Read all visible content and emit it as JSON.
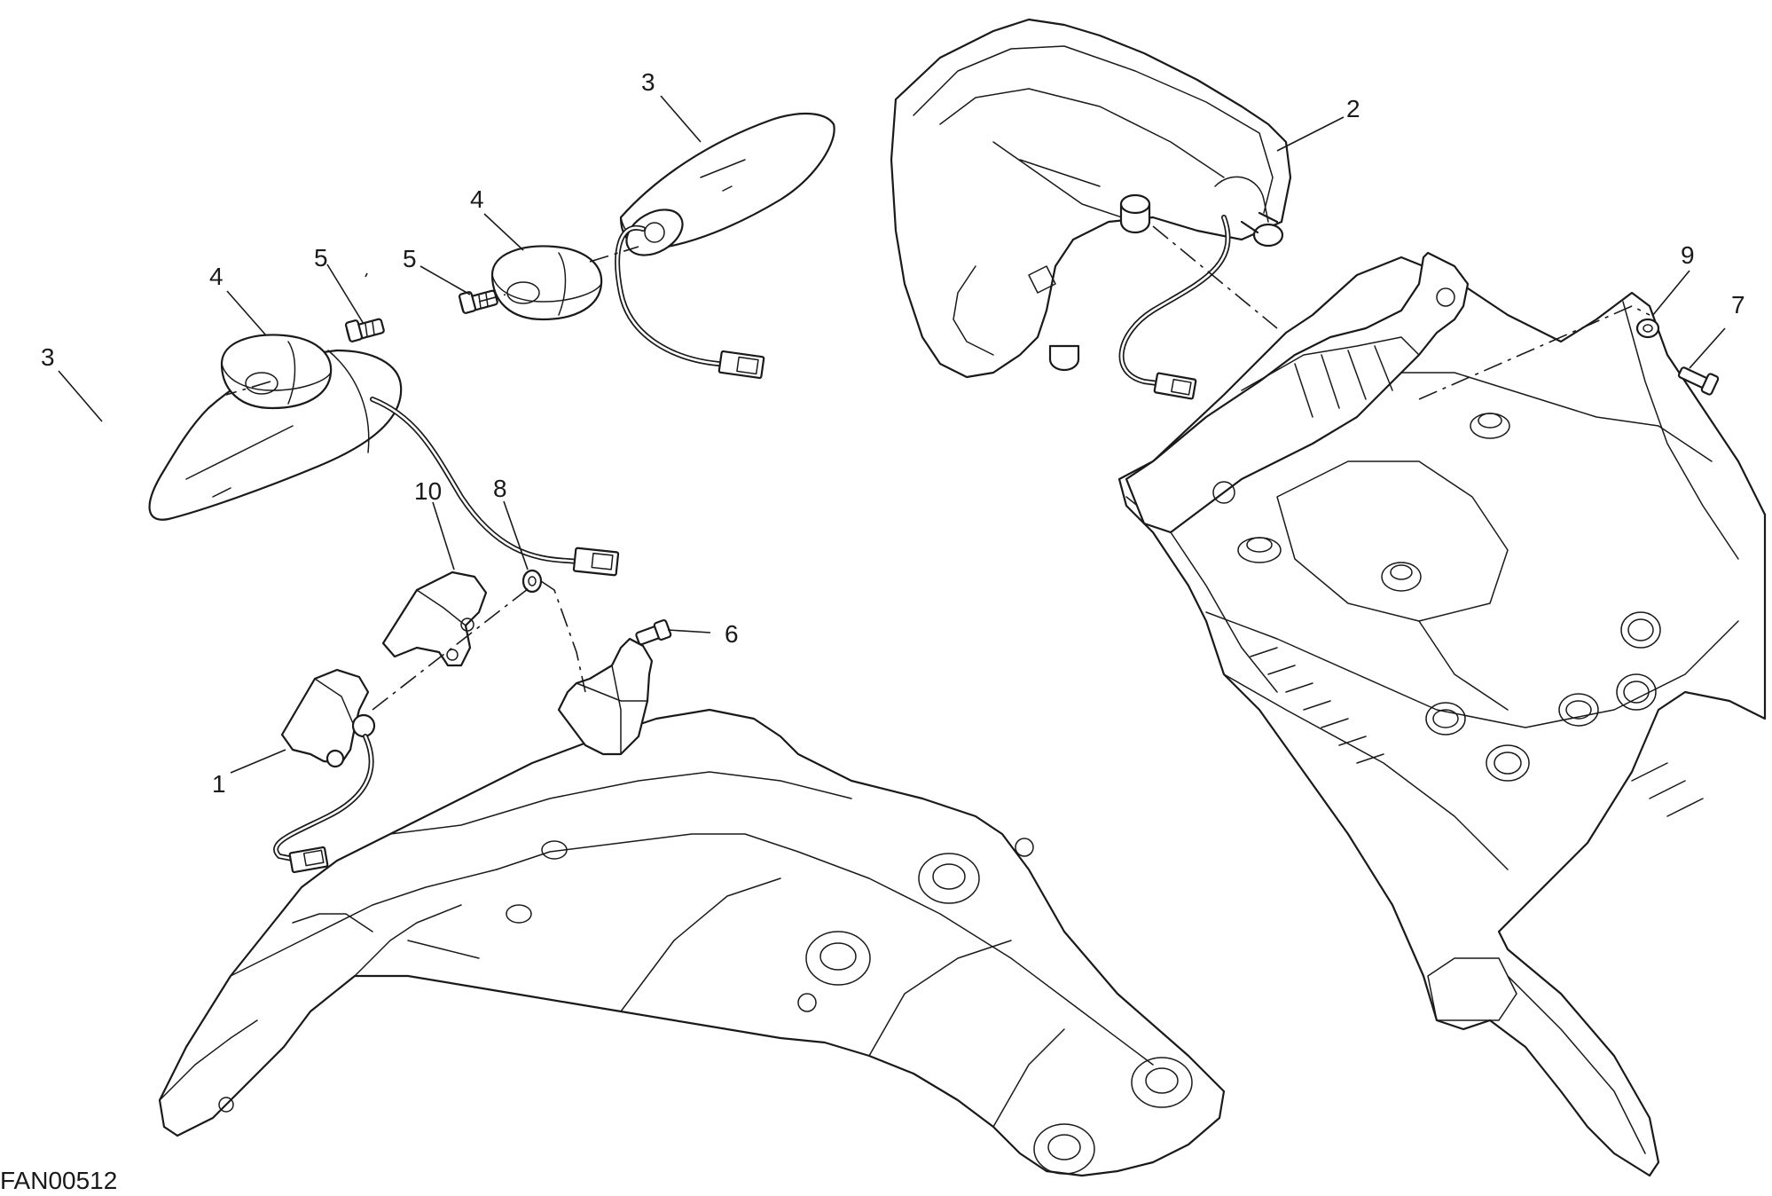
{
  "diagram": {
    "code": "FAN00512",
    "callouts": [
      "1",
      "2",
      "3",
      "3",
      "4",
      "4",
      "5",
      "5",
      "6",
      "7",
      "8",
      "9",
      "10"
    ]
  }
}
